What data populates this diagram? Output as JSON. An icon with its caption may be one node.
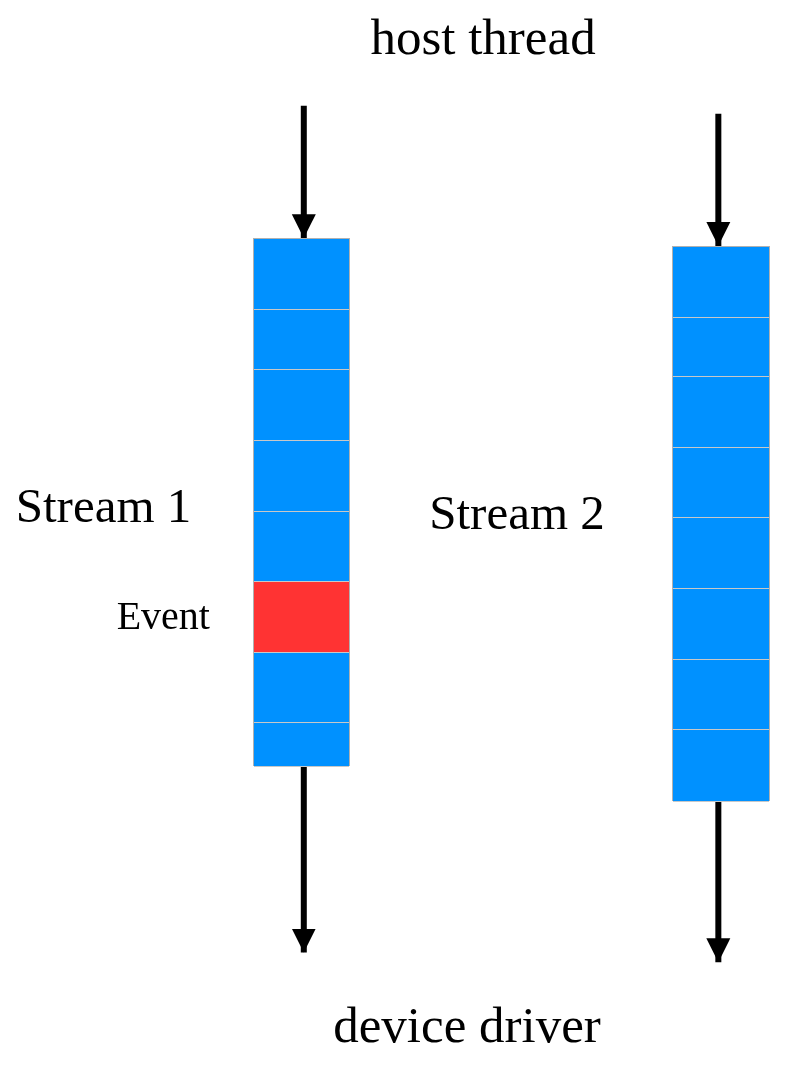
{
  "diagram": {
    "nodes": [
      {
        "text": [
          "Stream 1"
        ]
      },
      {
        "text": [],
        "shape": "box",
        "in": 0
      },
      {
        "text": [],
        "shape": "box",
        "in": 0
      },
      {
        "text": [],
        "shape": "box",
        "in": 0
      },
      {
        "text": [],
        "shape": "box",
        "in": 0
      },
      {
        "text": [],
        "shape": "box",
        "in": 0
      },
      {
        "text": [],
        "shape": "box",
        "in": 0,
        "beside": [
          "Event"
        ]
      },
      {
        "text": [],
        "shape": "box",
        "in": 0
      },
      {
        "text": [],
        "shape": "box",
        "in": 0
      },
      {
        "text": [
          "Stream 2"
        ]
      },
      {
        "text": [],
        "shape": "box",
        "in": 9
      },
      {
        "text": [],
        "shape": "box",
        "in": 9
      },
      {
        "text": [],
        "shape": "box",
        "in": 9
      },
      {
        "text": [],
        "shape": "box",
        "in": 9
      },
      {
        "text": [],
        "shape": "box",
        "in": 9
      },
      {
        "text": [],
        "shape": "box",
        "in": 9
      },
      {
        "text": [],
        "shape": "box",
        "in": 9
      },
      {
        "text": [],
        "shape": "box",
        "in": 9
      }
    ],
    "edges": [
      {
        "from": null,
        "to": 0,
        "arrow": "to"
      },
      {
        "from": 0,
        "to": null,
        "arrow": "to"
      },
      {
        "from": null,
        "to": 9,
        "arrow": "to"
      },
      {
        "from": 9,
        "to": null,
        "arrow": "to"
      }
    ],
    "labels": [
      "host thread",
      "device driver"
    ]
  }
}
